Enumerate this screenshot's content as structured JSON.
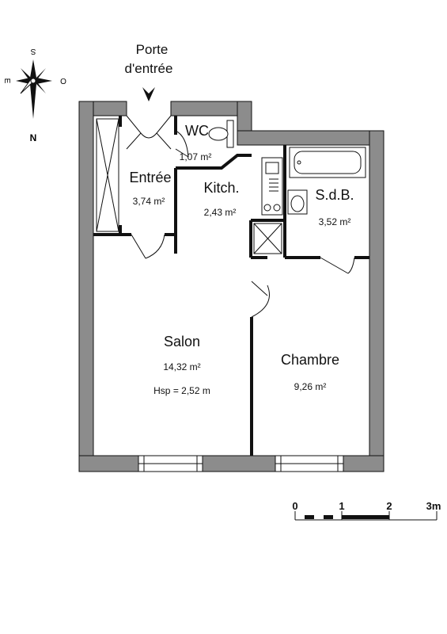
{
  "entrance": {
    "line1": "Porte",
    "line2": "d'entrée"
  },
  "compass": {
    "north": "N",
    "south": "S",
    "east": "E",
    "west": "O"
  },
  "rooms": {
    "wc": {
      "name": "WC",
      "area": "1,07 m²"
    },
    "entree": {
      "name": "Entrée",
      "area": "3,74 m²"
    },
    "kitchen": {
      "name": "Kitch.",
      "area": "2,43 m²"
    },
    "sdb": {
      "name": "S.d.B.",
      "area": "3,52 m²"
    },
    "salon": {
      "name": "Salon",
      "area": "14,32 m²",
      "height": "Hsp = 2,52 m"
    },
    "chambre": {
      "name": "Chambre",
      "area": "9,26 m²"
    }
  },
  "scale": {
    "labels": [
      "0",
      "1",
      "2",
      "3m"
    ]
  },
  "colors": {
    "wall": "#8c8c8c",
    "line": "#111111"
  }
}
